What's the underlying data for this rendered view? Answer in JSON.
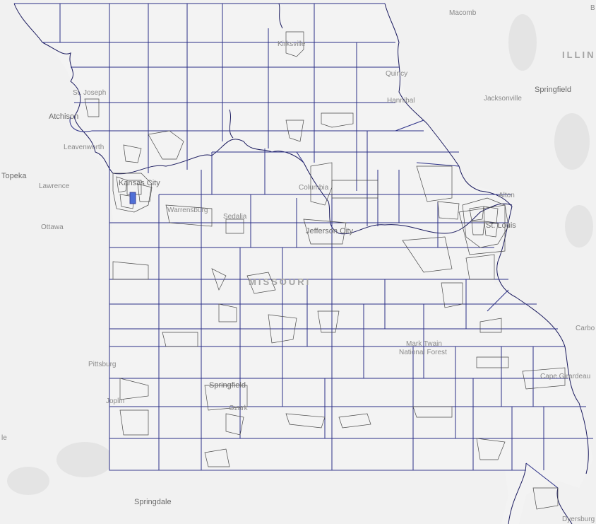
{
  "map": {
    "region": "Missouri counties and districts",
    "highlight_color": "#4f6fd6",
    "county_line_color": "#2b2f87",
    "district_line_color": "#4a4a4a",
    "background_color": "#f1f1f1"
  },
  "labels": {
    "state": "MISSOURI",
    "state_illinois": "ILLIN",
    "macomb": "Macomb",
    "kirksville": "Kirksville",
    "quincy": "Quincy",
    "hannibal": "Hannibal",
    "jacksonville": "Jacksonville",
    "springfield_il": "Springfield",
    "st_joseph": "St. Joseph",
    "atchison": "Atchison",
    "leavenworth": "Leavenworth",
    "topeka": "Topeka",
    "lawrence": "Lawrence",
    "kansas_city": "Kansas City",
    "ottawa": "Ottawa",
    "warrensburg": "Warrensburg",
    "sedalia": "Sedalia",
    "columbia": "Columbia",
    "jefferson_city": "Jefferson City",
    "alton": "Alton",
    "st_louis": "St. Louis",
    "pittsburg": "Pittsburg",
    "joplin": "Joplin",
    "springfield_mo": "Springfield",
    "ozark": "Ozark",
    "mark_twain": "Mark Twain",
    "national_forest": "National Forest",
    "cape_girardeau": "Cape Girardeau",
    "carbondale": "Carbo",
    "dyersburg": "Dyersburg",
    "springdale": "Springdale",
    "fayetteville": "le",
    "b_edge": "B"
  }
}
